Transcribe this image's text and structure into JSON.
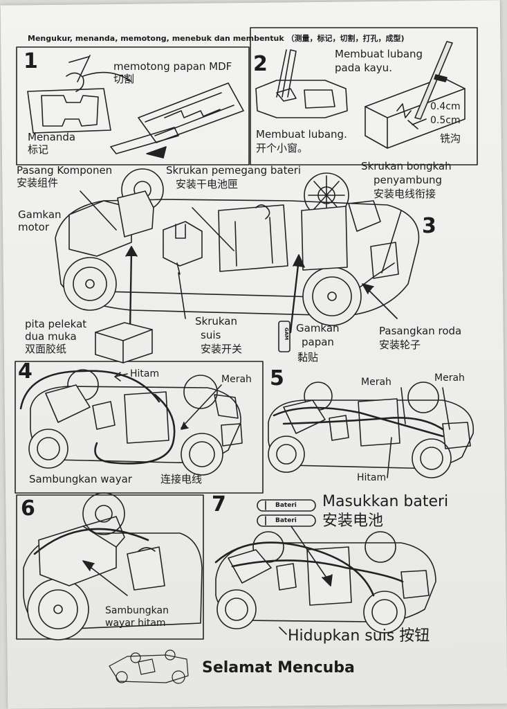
{
  "header": "Mengukur, menanda, memotong, menebuk dan membentuk （测量，标记，切割，打孔，成型)",
  "steps": {
    "s1": "1",
    "s2": "2",
    "s3": "3",
    "s4": "4",
    "s5": "5",
    "s6": "6",
    "s7": "7"
  },
  "step1": {
    "cut_ms": "memotong papan MDF",
    "cut_zh": "切割",
    "mark_ms": "Menanda",
    "mark_zh": "标记"
  },
  "step2": {
    "hole_wood_1": "Membuat lubang",
    "hole_wood_2": "pada kayu.",
    "window_ms": "Membuat lubang.",
    "window_zh": "开个小窗。",
    "dim1": "0.4cm",
    "dim2": "0.5cm",
    "groove_zh": "铣沟"
  },
  "step3": {
    "components_ms": "Pasang Komponen",
    "components_zh": "安装组件",
    "battery_ms": "Skrukan pemegang bateri",
    "battery_zh": "安装干电池匣",
    "block_ms_1": "Skrukan bongkah",
    "block_ms_2": "penyambung",
    "block_zh": "安装电线衔接",
    "motor_1": "Gamkan",
    "motor_2": "motor",
    "tape_1": "pita pelekat",
    "tape_2": "dua muka",
    "tape_zh": "双面胶纸",
    "switch_1": "Skrukan",
    "switch_2": "suis",
    "switch_zh": "安装开关",
    "glue_1": "Gamkan",
    "glue_2": "papan",
    "glue_zh": "黏贴",
    "gam_label": "GAM",
    "wheel_ms": "Pasangkan roda",
    "wheel_zh": "安装轮子"
  },
  "step4": {
    "black": "Hitam",
    "red": "Merah",
    "connect_ms": "Sambungkan wayar",
    "connect_zh": "连接电线"
  },
  "step5": {
    "red_a": "Merah",
    "red_b": "Merah",
    "black": "Hitam"
  },
  "step6": {
    "connect_1": "Sambungkan",
    "connect_2": "wayar hitam"
  },
  "step7": {
    "battery_pill_1": "Bateri",
    "battery_pill_2": "Bateri",
    "insert_ms": "Masukkan bateri",
    "insert_zh": "安装电池",
    "switch_on": "Hidupkan suis 按钮"
  },
  "closing": "Selamat Mencuba"
}
